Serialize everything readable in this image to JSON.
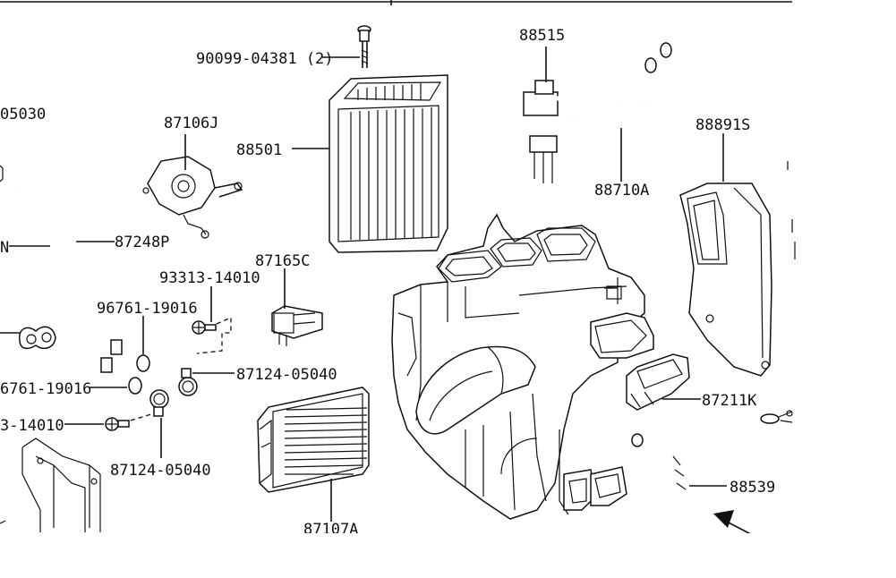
{
  "diagram": {
    "labels": {
      "bolt_90099": "90099-04381 (2)",
      "p88515": "88515",
      "p05030": "05030",
      "p87106J": "87106J",
      "p88501": "88501",
      "p88891S": "88891S",
      "p88710A": "88710A",
      "p87248P": "87248P",
      "n_left": "N",
      "p87165C": "87165C",
      "p93313_top": "93313-14010",
      "p96761_top": "96761-19016",
      "p87124_right": "87124-05040",
      "p96761_left": "6761-19016",
      "p93313_left": "3-14010",
      "p87211K": "87211K",
      "p87124_bottom": "87124-05040",
      "p88539": "88539",
      "p87107A": "87107A"
    }
  }
}
